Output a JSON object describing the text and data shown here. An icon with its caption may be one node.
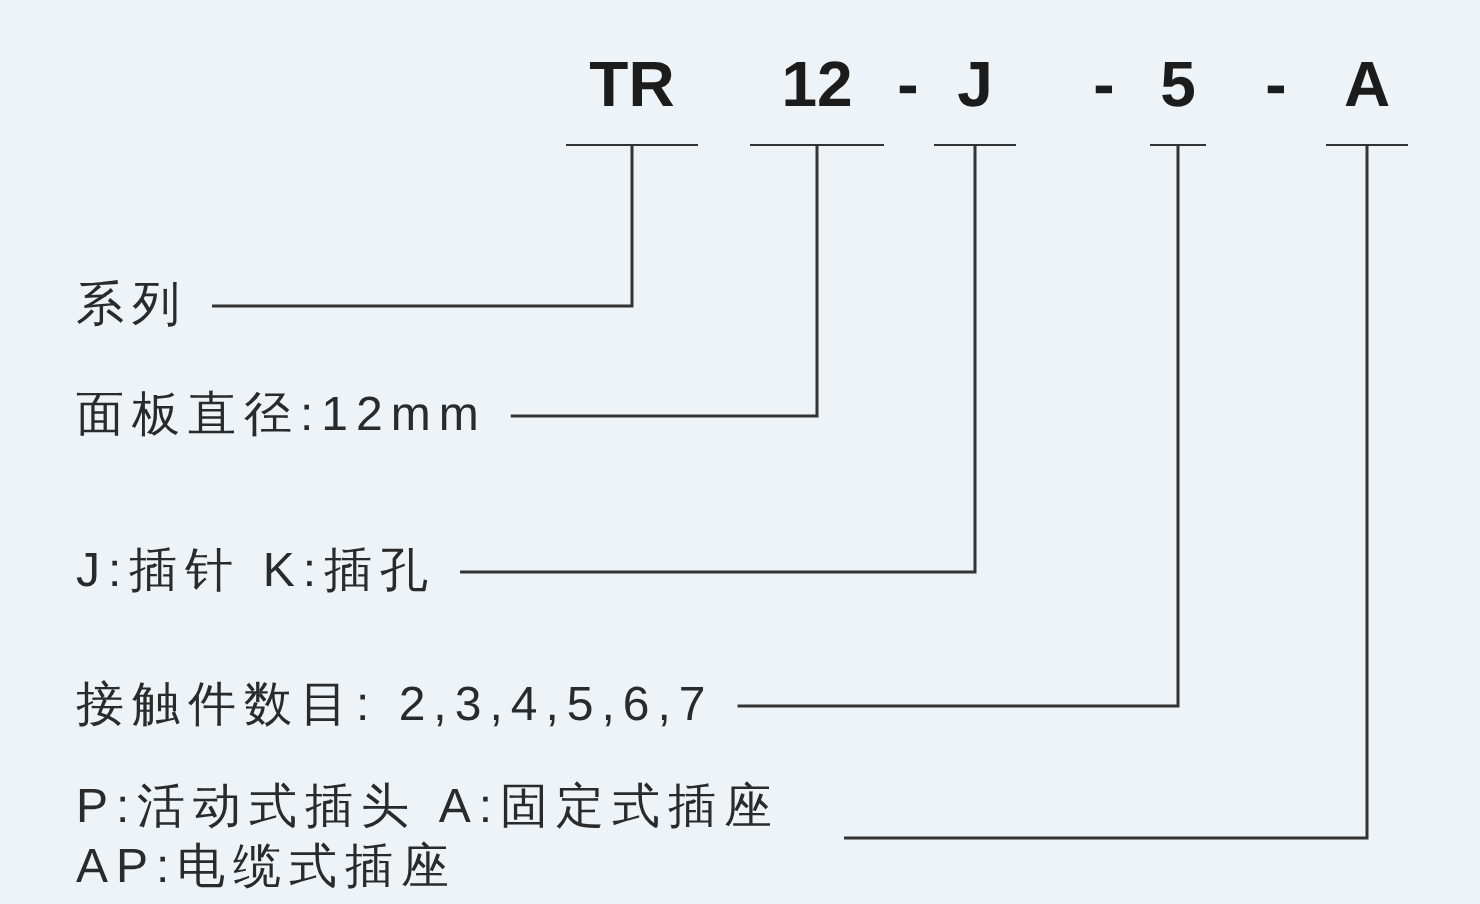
{
  "diagram": {
    "nodes": [
      {
        "text": [
          "TR"
        ]
      },
      {
        "text": [
          "12"
        ]
      },
      {
        "text": [
          "J"
        ]
      },
      {
        "text": [
          "5"
        ]
      },
      {
        "text": [
          "A"
        ]
      },
      {
        "text": [
          "系列"
        ]
      },
      {
        "text": [
          "面板直径:12mm"
        ]
      },
      {
        "text": [
          "J:插针 K:插孔"
        ]
      },
      {
        "text": [
          "接触件数目: 2,3,4,5,6,7"
        ]
      },
      {
        "text": [
          "P:活动式插头 A:固定式插座 AP:电缆式插座"
        ]
      }
    ],
    "edges": [
      {
        "from": 0,
        "to": 5,
        "arrow": "none"
      },
      {
        "from": 1,
        "to": 6,
        "arrow": "none"
      },
      {
        "from": 2,
        "to": 7,
        "arrow": "none"
      },
      {
        "from": 3,
        "to": 8,
        "arrow": "none"
      },
      {
        "from": 4,
        "to": 9,
        "arrow": "none"
      }
    ],
    "labels": [
      "-",
      "-",
      "-"
    ]
  }
}
